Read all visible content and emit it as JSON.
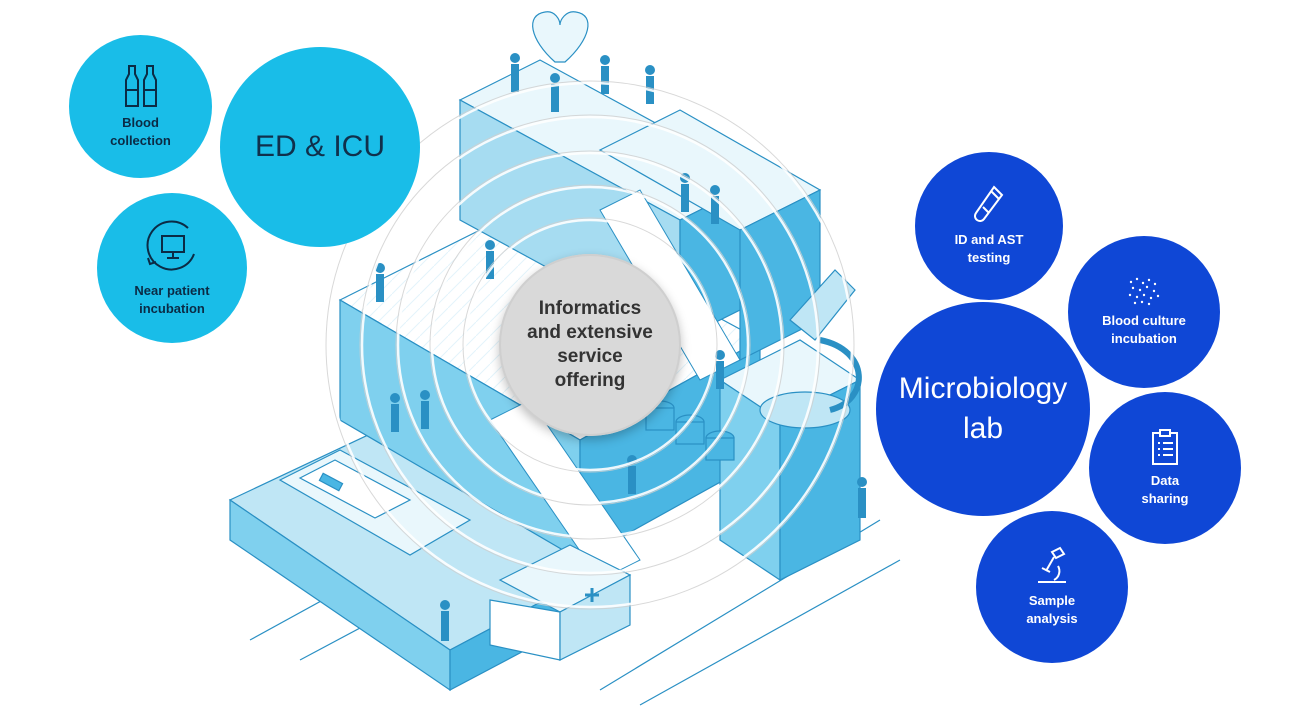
{
  "left_group": {
    "blood_collection": {
      "label": "Blood\ncollection",
      "icon": "bottles-icon"
    },
    "ed_icu": {
      "label": "ED & ICU"
    },
    "near_patient": {
      "label": "Near patient\nincubation",
      "icon": "monitor-cycle-icon"
    }
  },
  "center": {
    "label": "Informatics\nand extensive\nservice\noffering"
  },
  "right_group": {
    "id_ast": {
      "label": "ID and AST\ntesting",
      "icon": "test-tube-icon"
    },
    "blood_culture": {
      "label": "Blood culture\nincubation",
      "icon": "dots-icon"
    },
    "micro_lab": {
      "label": "Microbiology\nlab"
    },
    "data_sharing": {
      "label": "Data\nsharing",
      "icon": "clipboard-icon"
    },
    "sample_analysis": {
      "label": "Sample\nanalysis",
      "icon": "microscope-icon"
    }
  },
  "colors": {
    "cyan": "#19bde8",
    "dark_blue": "#0f47d6",
    "center_grey": "#d9d9d9",
    "illustration": "#5cc0e6"
  }
}
